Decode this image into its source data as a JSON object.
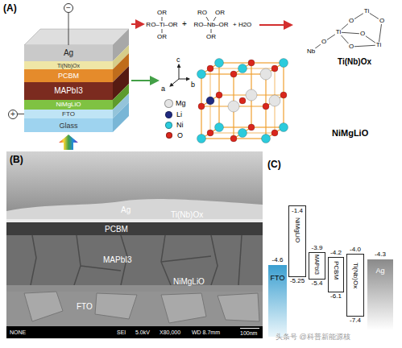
{
  "diagram": {
    "nodes": [
      {
        "text": [
          "−"
        ]
      },
      {
        "text": [
          "Ag"
        ]
      },
      {
        "text": [
          "Ti(Nb)Ox"
        ]
      },
      {
        "text": [
          "PCBM"
        ]
      },
      {
        "text": [
          "MAPbI3"
        ]
      },
      {
        "text": [
          "NiMgLiO"
        ]
      },
      {
        "text": [
          "FTO"
        ]
      },
      {
        "text": [
          "Glass"
        ]
      },
      {
        "text": [
          "+"
        ]
      },
      {
        "text": [
          "-4.6",
          "FTO"
        ]
      },
      {
        "text": [
          "-1.4",
          "NiMgLiO",
          "-5.25"
        ]
      },
      {
        "text": [
          "-3.9",
          "MAPbI3",
          "-5.4"
        ]
      },
      {
        "text": [
          "-4.2",
          "PCBM",
          "-6.1"
        ]
      },
      {
        "text": [
          "-4.0",
          "Ti(Nb)Ox",
          "-7.4"
        ]
      },
      {
        "text": [
          "-4.3",
          "Ag"
        ]
      }
    ],
    "edges": [
      {
        "from": 0,
        "to": 1,
        "arrow": "none"
      },
      {
        "from": 8,
        "to": 6,
        "arrow": "none"
      }
    ],
    "labels": [
      "(A)",
      "OR",
      "RO–Ti–OR",
      "OR",
      "+",
      "RO",
      "OR",
      "RO–Nb–OR",
      "OR",
      "+ H2O",
      "Ti",
      "O",
      "O",
      "Ti",
      "O",
      "Ti",
      "O",
      "Nb",
      "O",
      "Ti(Nb)Ox",
      "c",
      "b",
      "a",
      "NiMgLiO",
      "(B)",
      "Ag",
      "Ti(Nb)Ox",
      "PCBM",
      "MAPbI3",
      "NiMgLiO",
      "FTO",
      "NONE",
      "SEI",
      "5.0kV",
      "X80,000",
      "WD 8.7mm",
      "100nm",
      "(C)",
      "头条号 @科普新能源核"
    ],
    "legend": [
      {
        "text": "Mg",
        "color": "#e4e4e4"
      },
      {
        "text": "Li",
        "color": "#1f2a80"
      },
      {
        "text": "Ni",
        "color": "#2ccbdc"
      },
      {
        "text": "O",
        "color": "#d9261c"
      }
    ]
  }
}
